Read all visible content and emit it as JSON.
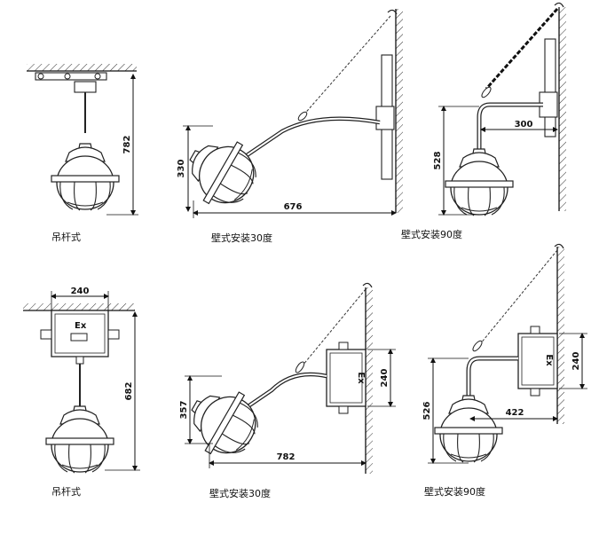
{
  "diagrams": [
    {
      "id": "d1",
      "caption": "吊杆式",
      "dims": [
        "782"
      ]
    },
    {
      "id": "d2",
      "caption": "壁式安装30度",
      "dims": [
        "330",
        "676"
      ]
    },
    {
      "id": "d3",
      "caption": "壁式安装90度",
      "dims": [
        "300",
        "528"
      ]
    },
    {
      "id": "d4",
      "caption": "吊杆式",
      "dims": [
        "240",
        "682"
      ],
      "box_label": "Ex"
    },
    {
      "id": "d5",
      "caption": "壁式安装30度",
      "dims": [
        "357",
        "782",
        "240"
      ],
      "box_label": "Ex"
    },
    {
      "id": "d6",
      "caption": "壁式安装90度",
      "dims": [
        "526",
        "422",
        "240"
      ],
      "box_label": "Ex"
    }
  ]
}
